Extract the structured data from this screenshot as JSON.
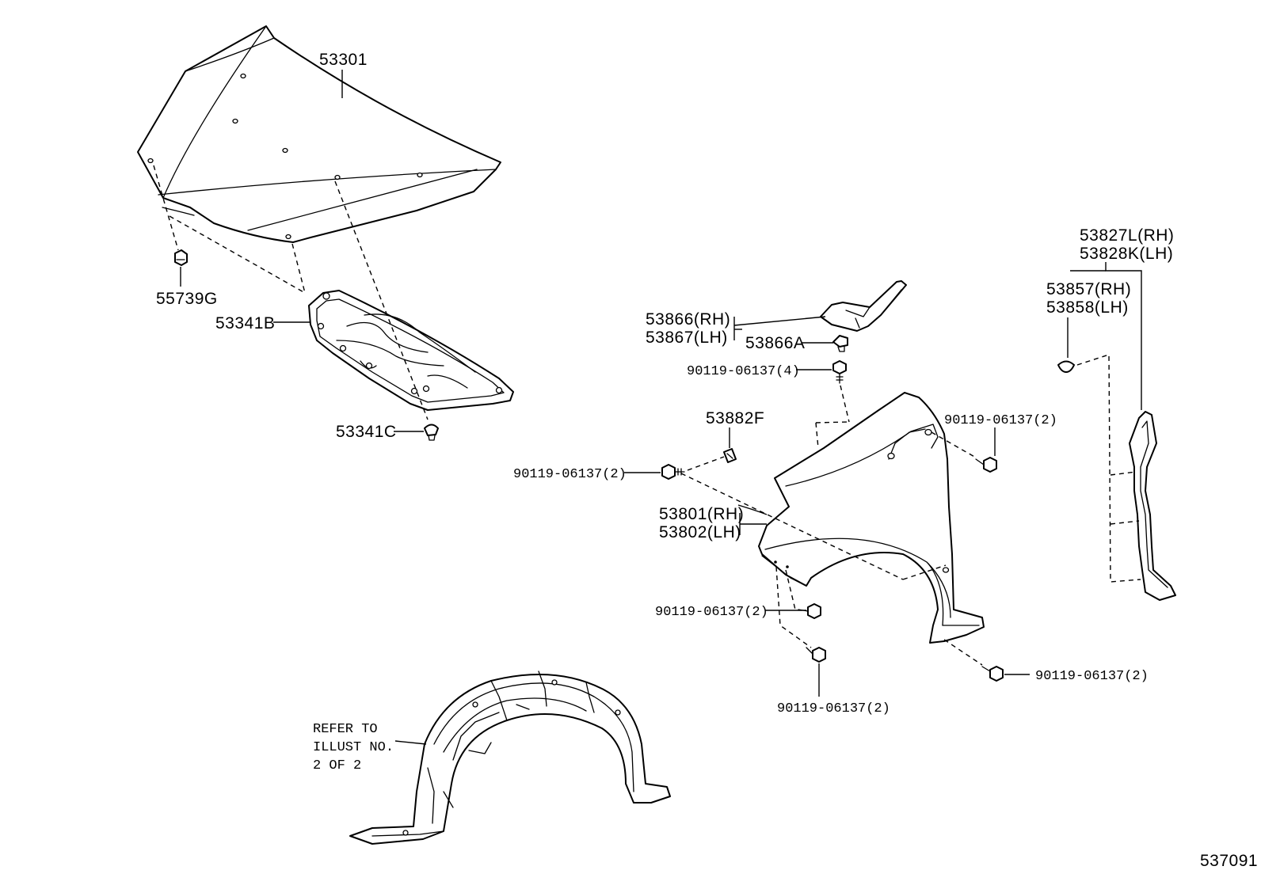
{
  "labels": {
    "hood": "53301",
    "hood_cushion": "55739G",
    "insulator": "53341B",
    "insulator_clip": "53341C",
    "seal_rh": "53866(RH)",
    "seal_lh": "53867(LH)",
    "seal_clip": "53866A",
    "bolt_4": "90119-06137(4)",
    "nut": "53882F",
    "bolt_left": "90119-06137(2)",
    "bolt_right_upper": "90119-06137(2)",
    "fender_rh": "53801(RH)",
    "fender_lh": "53802(LH)",
    "bolt_lower_mid": "90119-06137(2)",
    "bolt_bottom": "90119-06137(2)",
    "bolt_lower_right": "90119-06137(2)",
    "shield_rh": "53827L(RH)",
    "shield_lh": "53828K(LH)",
    "clip_rh": "53857(RH)",
    "clip_lh": "53858(LH)",
    "refer_1": "REFER TO",
    "refer_2": "ILLUST NO.",
    "refer_3": "2 OF 2",
    "illustration_no": "537091"
  }
}
